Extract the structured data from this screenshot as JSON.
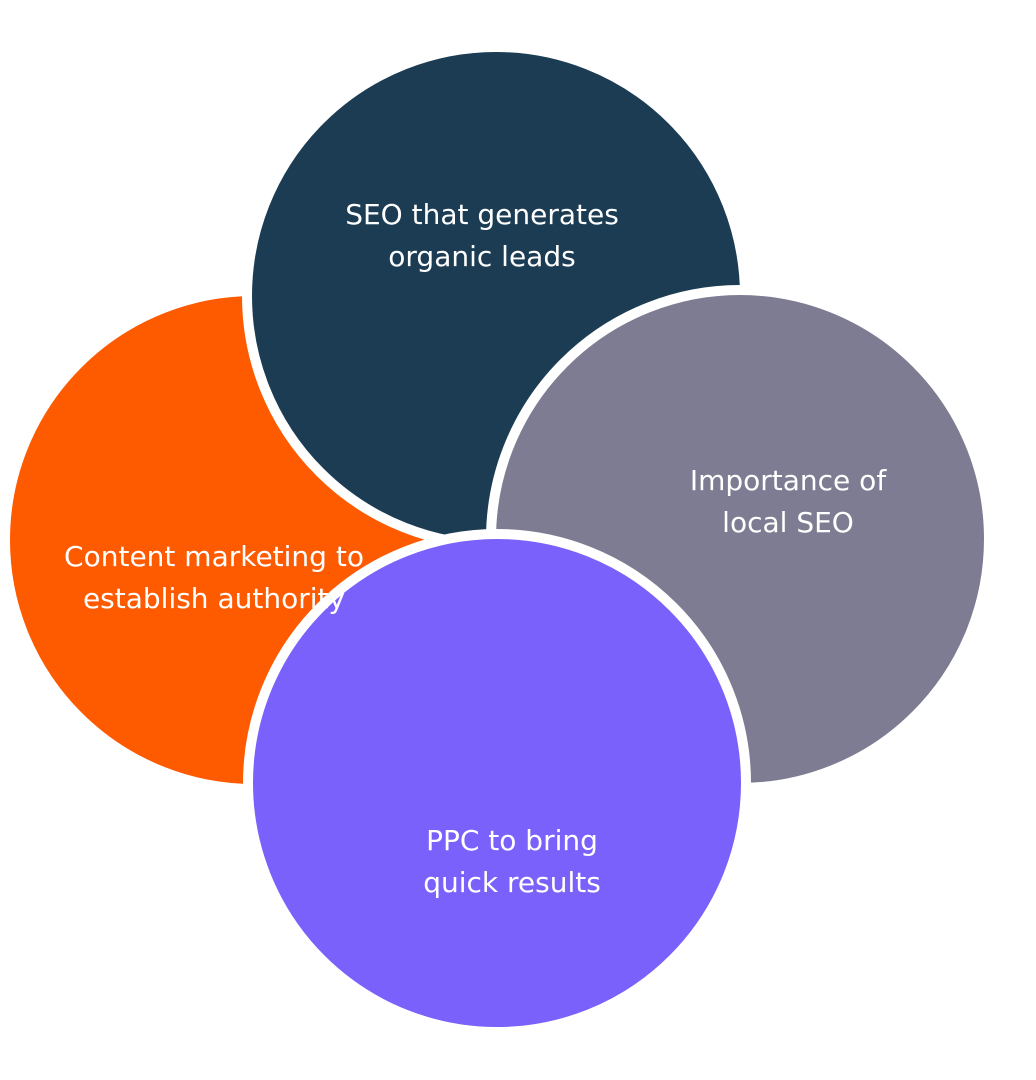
{
  "diagram": {
    "background": "#ffffff",
    "ring_color": "#ffffff",
    "circles": [
      {
        "key": "seo",
        "lines": [
          "SEO that generates",
          "organic leads"
        ],
        "color": "#1b3c53"
      },
      {
        "key": "local",
        "lines": [
          "Importance of",
          "local SEO"
        ],
        "color": "#7d7c92"
      },
      {
        "key": "ppc",
        "lines": [
          "PPC to bring",
          "quick results"
        ],
        "color": "#7b61fb"
      },
      {
        "key": "content",
        "lines": [
          "Content marketing to",
          "establish authority"
        ],
        "color": "#fe5a00"
      }
    ]
  }
}
